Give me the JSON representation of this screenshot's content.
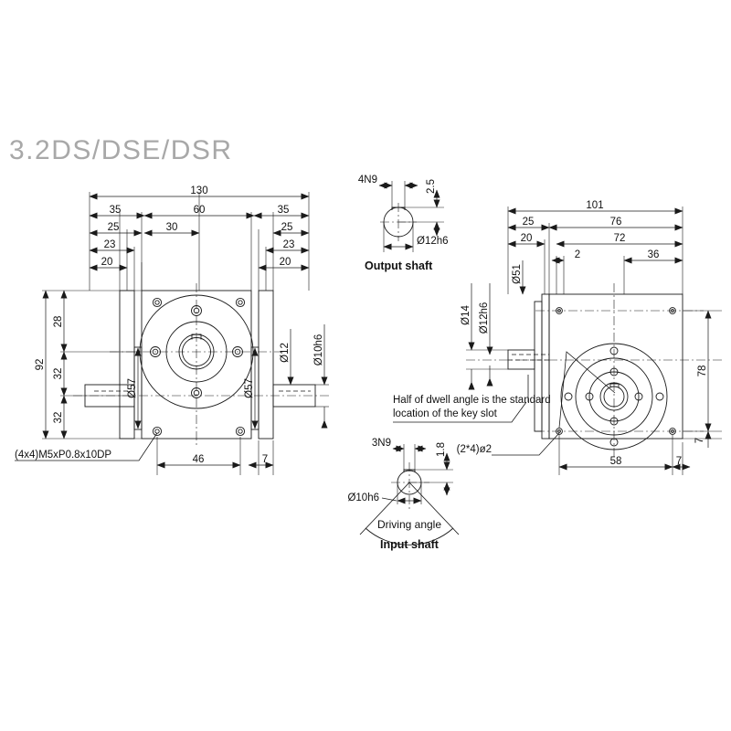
{
  "page": {
    "title": "3.2DS/DSE/DSR",
    "background_color": "#ffffff",
    "line_color": "#1a1a1a",
    "title_color": "#a8a8a8"
  },
  "views": {
    "main_left": {
      "name": "front-view",
      "dimensions": {
        "overall_width": "130",
        "left_section": "35",
        "center_section": "60",
        "right_section": "35",
        "left_25": "25",
        "left_23": "23",
        "left_20": "20",
        "center_30": "30",
        "right_25": "25",
        "right_23": "23",
        "right_20": "20",
        "overall_height": "92",
        "top_28": "28",
        "mid_32": "32",
        "bot_32": "32",
        "flange_dia_left": "Ø57",
        "flange_dia_right": "Ø57",
        "shaft_dia_12": "Ø12",
        "shaft_dia_10h6": "Ø10h6",
        "base_46": "46",
        "base_7": "7"
      },
      "callouts": {
        "tapped_holes": "(4x4)M5xP0.8x10DP"
      }
    },
    "output_shaft": {
      "name": "output-shaft-detail",
      "caption": "Output shaft",
      "dimensions": {
        "key_width": "4N9",
        "key_depth": "2.5",
        "shaft_dia": "Ø12h6"
      }
    },
    "input_shaft": {
      "name": "input-shaft-detail",
      "caption": "Input shaft",
      "dimensions": {
        "key_width": "3N9",
        "key_depth": "1.8",
        "shaft_dia": "Ø10h6"
      },
      "annotation": "Driving angle"
    },
    "main_right": {
      "name": "side-view",
      "dimensions": {
        "overall_width": "101",
        "left_25": "25",
        "right_76": "76",
        "left_20": "20",
        "right_72": "72",
        "gap_2": "2",
        "right_36": "36",
        "bore_dia_51": "Ø51",
        "bore_dia_14": "Ø14",
        "shaft_dia_12h6": "Ø12h6",
        "overall_height": "78",
        "bottom_7": "7",
        "base_58": "58",
        "base_7": "7"
      },
      "callouts": {
        "pin_holes": "(2*4)ø2",
        "key_slot_note_line1": "Half of dwell angle is the standard",
        "key_slot_note_line2": "location of the key slot"
      }
    }
  }
}
